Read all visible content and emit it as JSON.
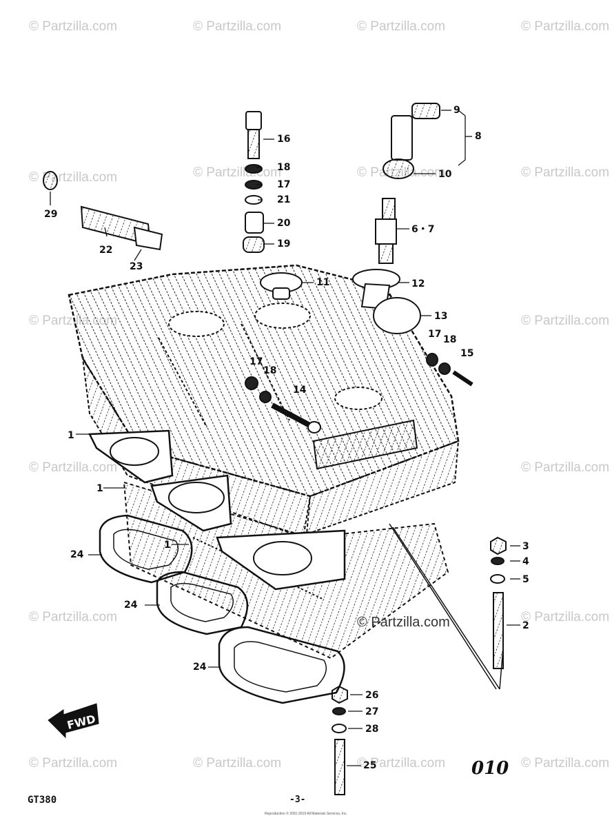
{
  "watermark": {
    "text": "© Partzilla.com"
  },
  "center_watermark": "© Partzilla.com",
  "callouts": {
    "c1a": "1",
    "c1b": "1",
    "c1c": "1",
    "c2": "2",
    "c3": "3",
    "c4": "4",
    "c5": "5",
    "c67": "6・7",
    "c8": "8",
    "c9": "9",
    "c10": "10",
    "c11": "11",
    "c12": "12",
    "c13": "13",
    "c14": "14",
    "c15": "15",
    "c16": "16",
    "c17a": "17",
    "c17b": "17",
    "c17c": "17",
    "c18a": "18",
    "c18b": "18",
    "c18c": "18",
    "c19": "19",
    "c20": "20",
    "c21": "21",
    "c22": "22",
    "c23": "23",
    "c24a": "24",
    "c24b": "24",
    "c24c": "24",
    "c25": "25",
    "c26": "26",
    "c27": "27",
    "c28": "28",
    "c29": "29"
  },
  "fwd_label": "FWD",
  "footer": {
    "model": "GT380",
    "page": "-3-",
    "diagram_code": "010",
    "copyright": "Reproduction © 2001-2019 All Materials Services, Inc."
  }
}
